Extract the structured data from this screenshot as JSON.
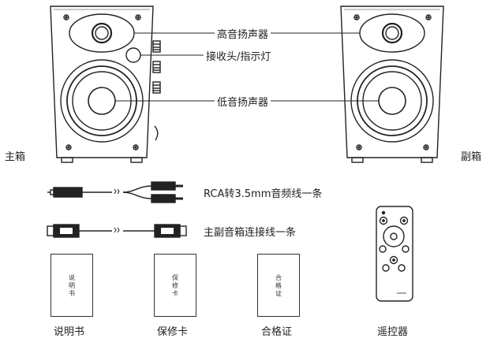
{
  "labels": {
    "tweeter": "高音扬声器",
    "receiver": "接收头/指示灯",
    "woofer": "低音扬声器",
    "main_box": "主箱",
    "sub_box": "副箱",
    "rca_cable": "RCA转3.5mm音频线一条",
    "link_cable": "主副音箱连接线一条",
    "manual": "说明书",
    "warranty": "保修卡",
    "certificate": "合格证",
    "remote": "遥控器"
  },
  "docs": {
    "manual": "说明书",
    "warranty": "保修卡",
    "certificate": "合格证"
  }
}
